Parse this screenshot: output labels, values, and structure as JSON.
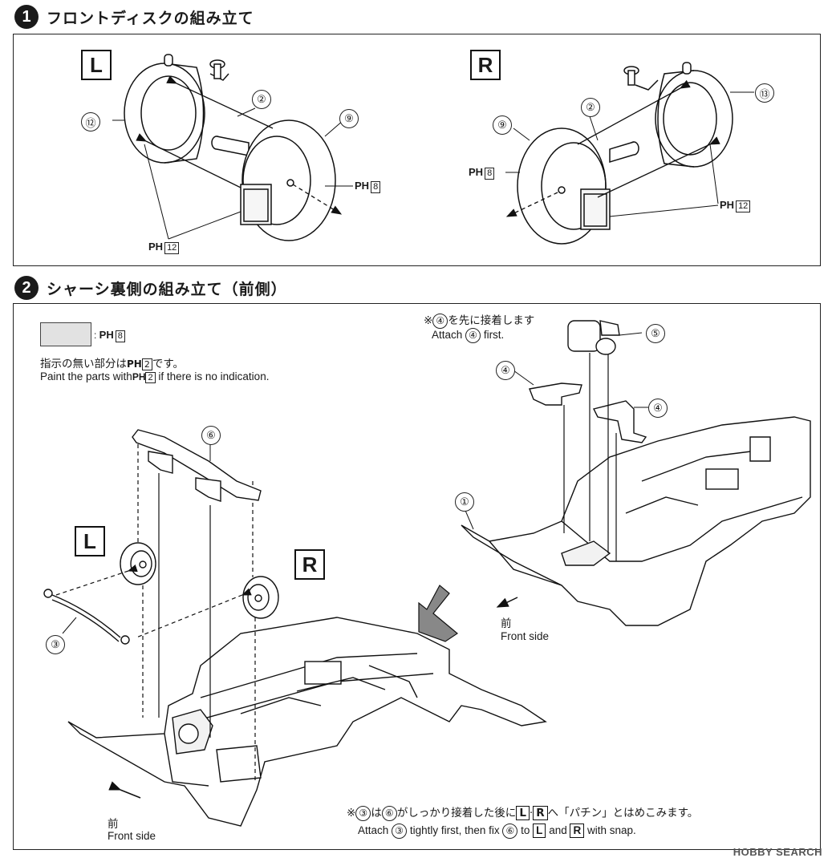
{
  "step1": {
    "number": "1",
    "title": "フロントディスクの組み立て",
    "left": {
      "box": "L",
      "parts": {
        "p12": "⑫",
        "p2": "②",
        "p9": "⑨"
      },
      "ph_main": "8",
      "ph_sub": "12"
    },
    "right": {
      "box": "R",
      "parts": {
        "p9": "⑨",
        "p2": "②",
        "p13": "⑬"
      },
      "ph_main": "8",
      "ph_sub": "12"
    }
  },
  "step2": {
    "number": "2",
    "title": "シャーシ裏側の組み立て（前側）",
    "legend": {
      "ph": "8"
    },
    "note_jp_prefix": "指示の無い部分は",
    "note_jp_ph": "2",
    "note_jp_suffix": "です。",
    "note_en_prefix": "Paint the parts with",
    "note_en_ph": "2",
    "note_en_suffix": "if there is no indication.",
    "attach_jp_prefix": "※",
    "attach_jp_part": "④",
    "attach_jp_suffix": "を先に接着します",
    "attach_en_prefix": "Attach",
    "attach_en_part": "④",
    "attach_en_suffix": "first.",
    "labels": {
      "p1": "①",
      "p3": "③",
      "p4a": "④",
      "p4b": "④",
      "p5": "⑤",
      "p6": "⑥",
      "L": "L",
      "R": "R"
    },
    "front_jp_right": "前",
    "front_en_right": "Front side",
    "front_jp_left": "前",
    "front_en_left": "Front side",
    "bottom_jp": {
      "mark": "※",
      "p3": "③",
      "t1": "は",
      "p6": "⑥",
      "t2": "がしっかり接着した後に",
      "L": "L",
      "dot": "·",
      "R": "R",
      "t3": "へ「パチン」とはめこみます。"
    },
    "bottom_en": {
      "t1": "Attach",
      "p3": "③",
      "t2": "tightly first, then fix",
      "p6": "⑥",
      "t3": "to",
      "L": "L",
      "t4": "and",
      "R": "R",
      "t5": "with snap."
    }
  },
  "ph_letter": "PH",
  "watermark": "HOBBY SEARCH"
}
